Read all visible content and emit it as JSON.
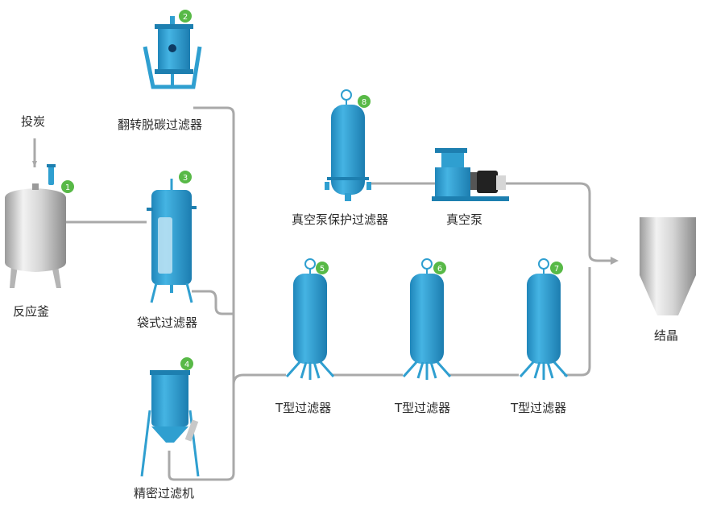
{
  "labels": {
    "input_carbon": "投炭",
    "reactor": "反应釜",
    "flip_filter": "翻转脱碳过滤器",
    "bag_filter": "袋式过滤器",
    "precision_filter": "精密过滤机",
    "vacuum_protect_filter": "真空泵保护过滤器",
    "vacuum_pump": "真空泵",
    "t_filter_1": "T型过滤器",
    "t_filter_2": "T型过滤器",
    "t_filter_3": "T型过滤器",
    "crystallization": "结晶"
  },
  "badges": [
    "1",
    "2",
    "3",
    "4",
    "5",
    "6",
    "7",
    "8"
  ],
  "colors": {
    "vessel_blue": "#2f9fd0",
    "vessel_dark": "#1d7fb0",
    "pipe": "#a9a9a9",
    "badge_green": "#58b947",
    "steel": "#c8c8c8"
  }
}
